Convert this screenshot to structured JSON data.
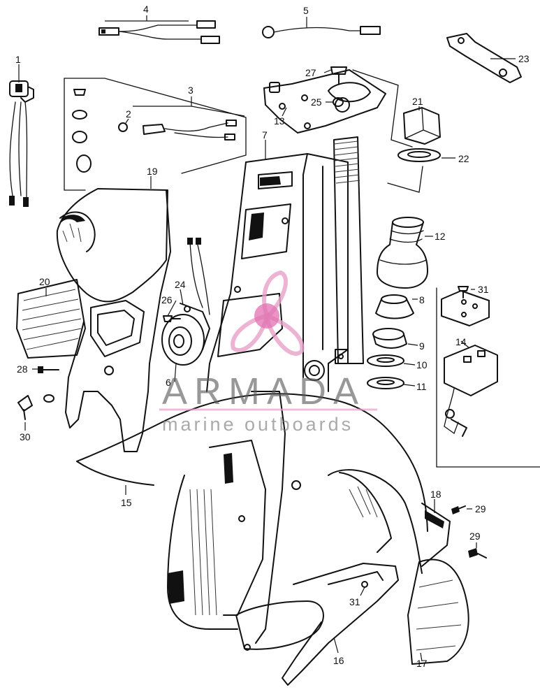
{
  "callouts": [
    {
      "id": "1",
      "label": "1"
    },
    {
      "id": "2",
      "label": "2"
    },
    {
      "id": "3",
      "label": "3"
    },
    {
      "id": "4",
      "label": "4"
    },
    {
      "id": "5",
      "label": "5"
    },
    {
      "id": "6",
      "label": "6"
    },
    {
      "id": "7",
      "label": "7"
    },
    {
      "id": "8",
      "label": "8"
    },
    {
      "id": "9",
      "label": "9"
    },
    {
      "id": "10",
      "label": "10"
    },
    {
      "id": "11",
      "label": "11"
    },
    {
      "id": "12",
      "label": "12"
    },
    {
      "id": "13",
      "label": "13"
    },
    {
      "id": "14",
      "label": "14"
    },
    {
      "id": "15",
      "label": "15"
    },
    {
      "id": "16",
      "label": "16"
    },
    {
      "id": "17",
      "label": "17"
    },
    {
      "id": "18",
      "label": "18"
    },
    {
      "id": "19",
      "label": "19"
    },
    {
      "id": "20",
      "label": "20"
    },
    {
      "id": "21",
      "label": "21"
    },
    {
      "id": "22",
      "label": "22"
    },
    {
      "id": "23",
      "label": "23"
    },
    {
      "id": "24",
      "label": "24"
    },
    {
      "id": "25",
      "label": "25"
    },
    {
      "id": "26",
      "label": "26"
    },
    {
      "id": "27",
      "label": "27"
    },
    {
      "id": "28",
      "label": "28"
    },
    {
      "id": "29a",
      "label": "29"
    },
    {
      "id": "29b",
      "label": "29"
    },
    {
      "id": "30",
      "label": "30"
    },
    {
      "id": "31a",
      "label": "31"
    },
    {
      "id": "31b",
      "label": "31"
    }
  ],
  "watermark": {
    "wordmark": "ARMADA",
    "tagline": "marine outboards",
    "logo_color": "#e8a0c8",
    "logo_hub_color": "#e070b0"
  }
}
